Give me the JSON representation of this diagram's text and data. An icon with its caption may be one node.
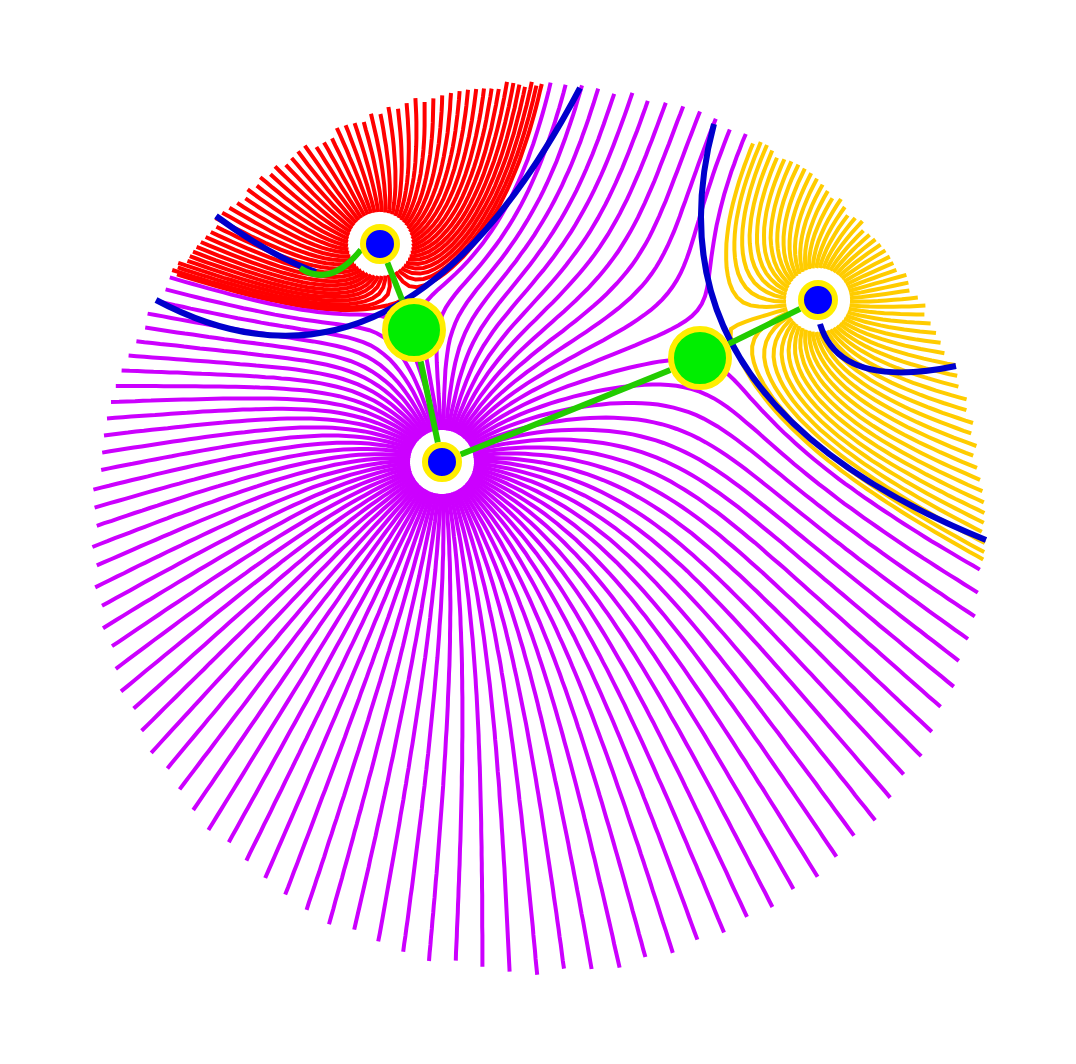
{
  "diagram": {
    "nodes": [
      {
        "text": [],
        "shape": "circle"
      },
      {
        "text": [],
        "shape": "circle"
      },
      {
        "text": [],
        "shape": "circle"
      },
      {
        "text": [],
        "shape": "circle"
      },
      {
        "text": [],
        "shape": "circle"
      }
    ],
    "edges": [
      {
        "from": 0,
        "to": null,
        "arrow": "none"
      },
      {
        "from": 0,
        "to": 2,
        "arrow": "none"
      },
      {
        "from": 2,
        "to": 4,
        "arrow": "none"
      },
      {
        "from": 4,
        "to": 3,
        "arrow": "none"
      },
      {
        "from": 3,
        "to": 1,
        "arrow": "none"
      }
    ]
  }
}
